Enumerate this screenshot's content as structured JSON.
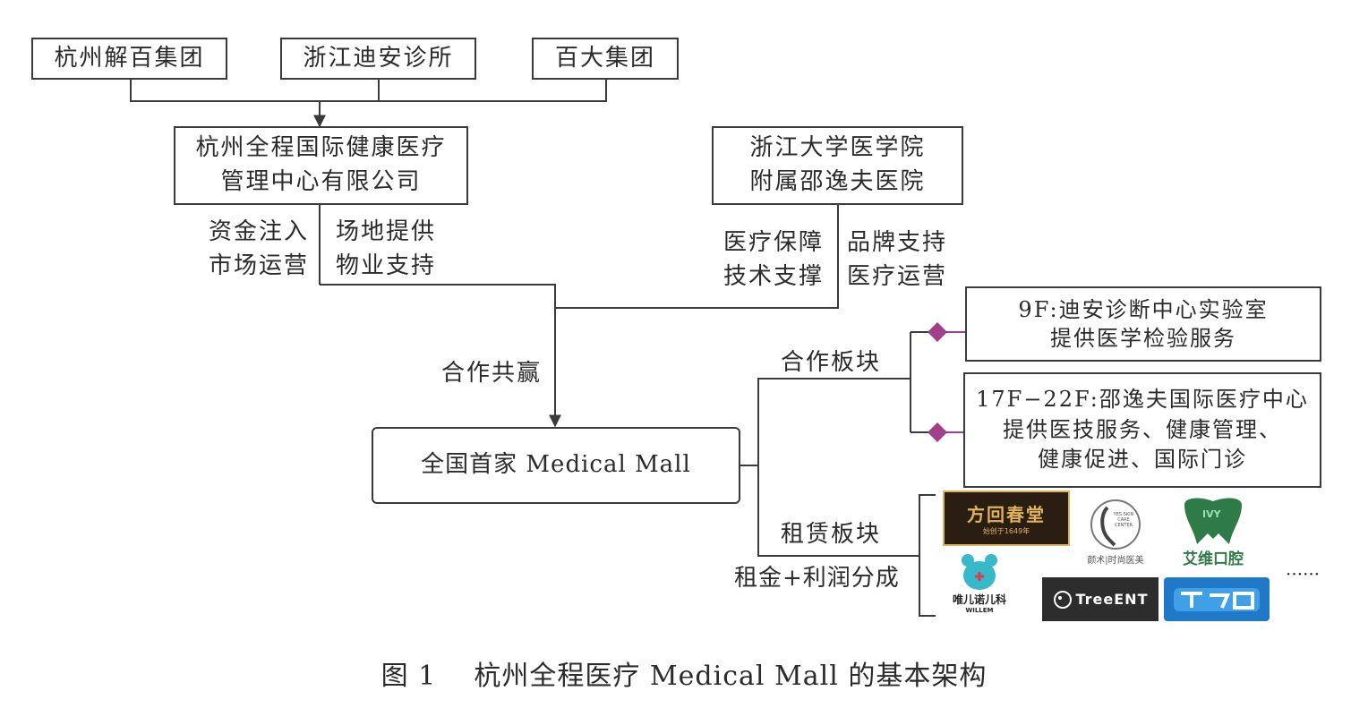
{
  "top": {
    "jiebai": "杭州解百集团",
    "dian": "浙江迪安诊所",
    "baida": "百大集团"
  },
  "mid": {
    "quancheng": [
      "杭州全程国际健康医疗",
      "管理中心有限公司"
    ],
    "zheda": [
      "浙江大学医学院",
      "附属邵逸夫医院"
    ]
  },
  "labels": {
    "funding": [
      "资金注入",
      "市场运营"
    ],
    "venue": [
      "场地提供",
      "物业支持"
    ],
    "medical": [
      "医疗保障",
      "技术支撑"
    ],
    "brand": [
      "品牌支持",
      "医疗运营"
    ],
    "coop_winwin": "合作共赢",
    "coop_section": "合作板块",
    "lease_section": "租赁板块",
    "lease_terms": "租金+利润分成"
  },
  "mall": "全国首家 Medical Mall",
  "coop_boxes": {
    "floor9": [
      "9F:迪安诊断中心实验室",
      "提供医学检验服务"
    ],
    "floor17": [
      "17F−22F:邵逸夫国际医疗中心",
      "提供医技服务、健康管理、",
      "健康促进、国际门诊"
    ]
  },
  "tenants": {
    "fanghuichuntang": {
      "name": "方回春堂",
      "sub": "始创于1649年",
      "icon": "fanghuichuntang-logo"
    },
    "yanshu": {
      "name": "颜术|时尚医美",
      "sub": "YES SKIN CARE CENTER",
      "icon": "face-profile-logo"
    },
    "aiwei": {
      "name": "艾维口腔",
      "sub": "IVY",
      "icon": "tooth-logo"
    },
    "willem": {
      "name": "唯儿诺儿科",
      "sub": "WILLEM",
      "icon": "bear-logo"
    },
    "treeent": {
      "name": "TreeENT",
      "icon": "treeent-logo"
    },
    "blue_brand": {
      "icon": "blue-brand-logo"
    },
    "more": "······"
  },
  "caption": "图 1    杭州全程医疗 Medical Mall 的基本架构",
  "colors": {
    "line": "#3a3a3a",
    "diamond": "#a0408a",
    "aiwei_green": "#2f7b48",
    "dark_brown": "#2a1d12",
    "gold": "#e0b35a",
    "blue": "#1f78c8"
  }
}
